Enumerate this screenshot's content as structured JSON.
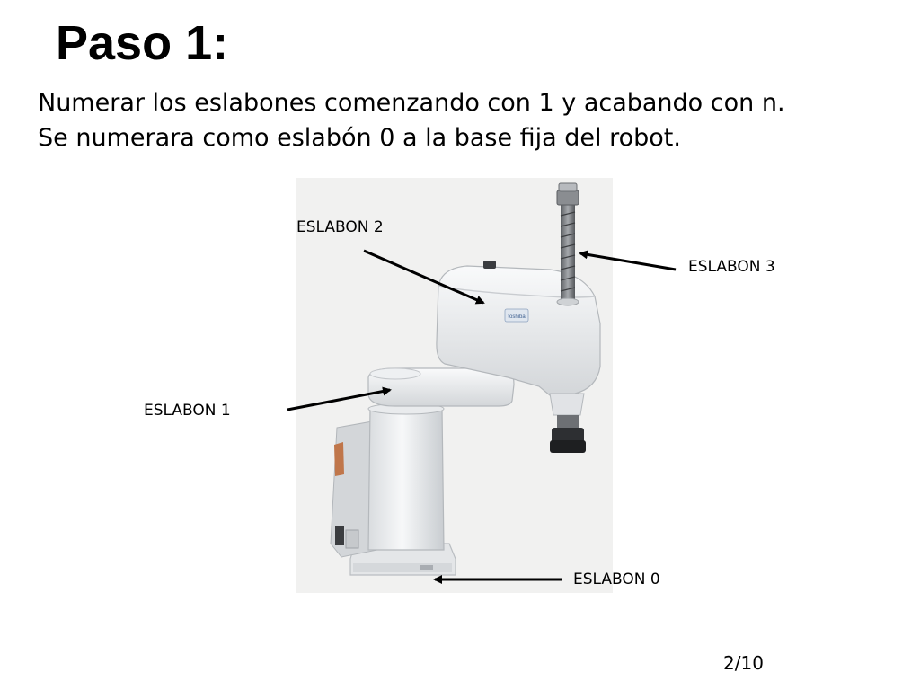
{
  "slide": {
    "title": "Paso 1:",
    "lines": [
      "Numerar los eslabones comenzando con 1 y acabando con n.",
      "Se numerara como eslabón 0 a la base fija del robot."
    ],
    "page_number": "2/10"
  },
  "figure": {
    "robot_logo_text": "toshiba",
    "labels": {
      "link_2": "ESLABON 2",
      "link_3": "ESLABON 3",
      "link_1": "ESLABON 1",
      "link_0": "ESLABON 0"
    }
  }
}
